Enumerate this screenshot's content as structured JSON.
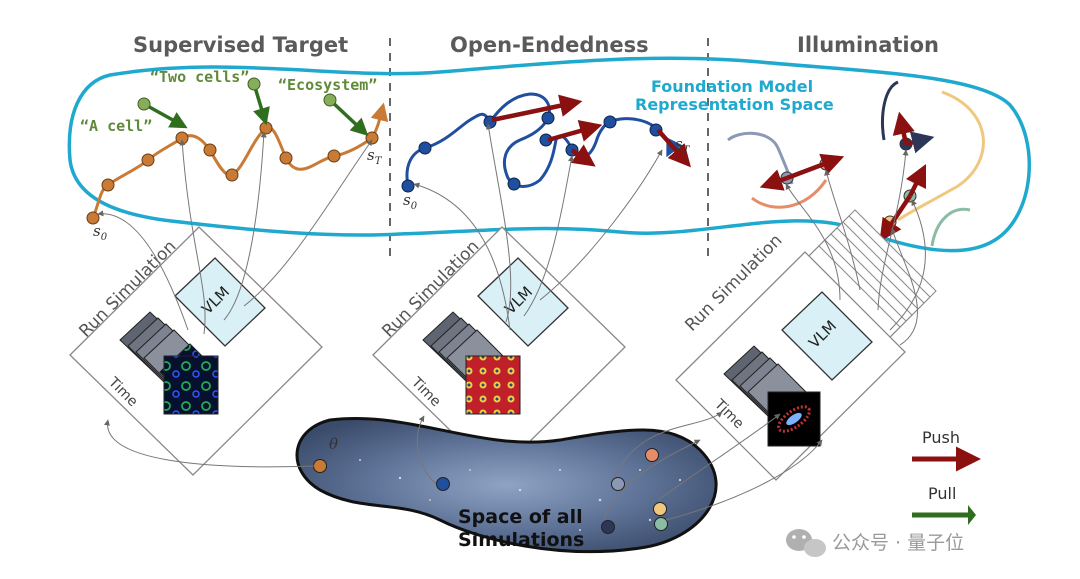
{
  "sections": {
    "supervised": "Supervised Target",
    "open_endedness": "Open-Endedness",
    "illumination": "Illumination"
  },
  "quotes": {
    "a_cell": "“A cell”",
    "two_cells": "“Two cells”",
    "ecosystem": "“Ecosystem”"
  },
  "foundation_model": {
    "line1": "Foundation Model",
    "line2": "Representation Space"
  },
  "subscripts": {
    "s0": "s",
    "s0_sub": "0",
    "sT": "s",
    "sT_sub": "T"
  },
  "panel": {
    "run_simulation": "Run Simulation",
    "time": "Time",
    "vlm": "VLM"
  },
  "theta": "θ",
  "space": {
    "line1": "Space of all",
    "line2": "Simulations"
  },
  "legend": {
    "push": "Push",
    "pull": "Pull"
  },
  "watermark": "公众号 · 量子位",
  "colors": {
    "foundation_outline": "#1fa9cf",
    "trajectory_orange": "#c97b35",
    "trajectory_blue": "#1f4f9e",
    "push": "#8b1010",
    "pull": "#2f6e1e",
    "vlm_fill": "#d9f0f7"
  }
}
